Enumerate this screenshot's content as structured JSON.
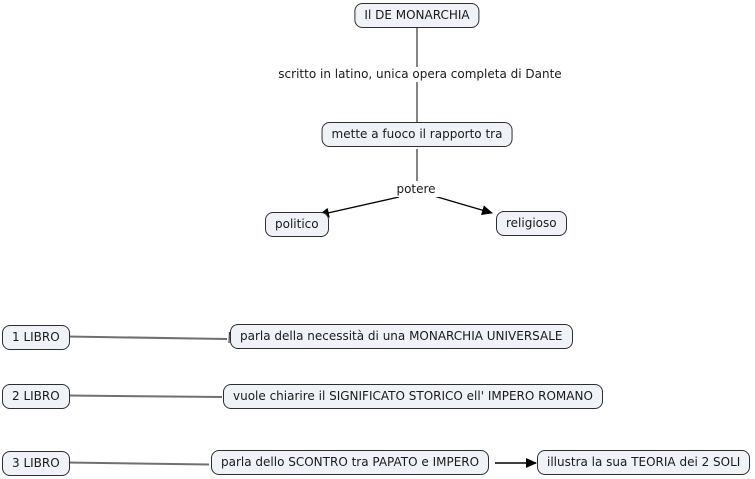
{
  "diagram": {
    "type": "concept-map",
    "topic": "Il DE MONARCHIA"
  },
  "nodes": {
    "title": "Il DE MONARCHIA",
    "note": "scritto in latino, unica opera completa di Dante",
    "focus": "mette a fuoco il rapporto tra",
    "power": "potere",
    "political": "politico",
    "religious": "religioso",
    "book1": "1 LIBRO",
    "book1_desc": "parla della necessità di una MONARCHIA UNIVERSALE",
    "book2": "2 LIBRO",
    "book2_desc": "vuole chiarire il SIGNIFICATO STORICO ell' IMPERO ROMANO",
    "book3": "3 LIBRO",
    "book3_desc": "parla dello SCONTRO tra PAPATO e IMPERO",
    "book3_result": "illustra la sua TEORIA dei 2 SOLI"
  },
  "edges": [
    {
      "from": "title",
      "to": "focus",
      "via_label": "scritto in latino, unica opera completa di Dante",
      "style": "plain-line"
    },
    {
      "from": "focus",
      "to": "political",
      "via_label": "potere",
      "style": "arrow"
    },
    {
      "from": "focus",
      "to": "religious",
      "via_label": "potere",
      "style": "arrow"
    },
    {
      "from": "book1",
      "to": "book1_desc",
      "style": "plain-line"
    },
    {
      "from": "book2",
      "to": "book2_desc",
      "style": "plain-line"
    },
    {
      "from": "book3",
      "to": "book3_desc",
      "style": "plain-line"
    },
    {
      "from": "book3_desc",
      "to": "book3_result",
      "style": "arrow"
    }
  ],
  "colors": {
    "background": "#ffffff",
    "node_fill": "#eff3f7",
    "node_border": "#2e2e2e",
    "connector_line": "#707070",
    "arrow": "#000000",
    "text": "#1a1a1a"
  }
}
